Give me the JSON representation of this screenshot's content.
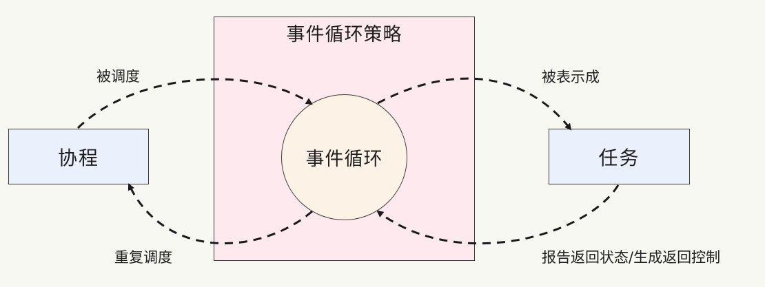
{
  "diagram": {
    "strategy_box": {
      "title": "事件循环策略"
    },
    "nodes": {
      "coroutine": {
        "label": "协程"
      },
      "event_loop": {
        "label": "事件循环"
      },
      "task": {
        "label": "任务"
      }
    },
    "edges": {
      "scheduled": {
        "label": "被调度"
      },
      "represented": {
        "label": "被表示成"
      },
      "reschedule": {
        "label": "重复调度"
      },
      "report": {
        "label": "报告返回状态/生成返回控制"
      }
    }
  }
}
